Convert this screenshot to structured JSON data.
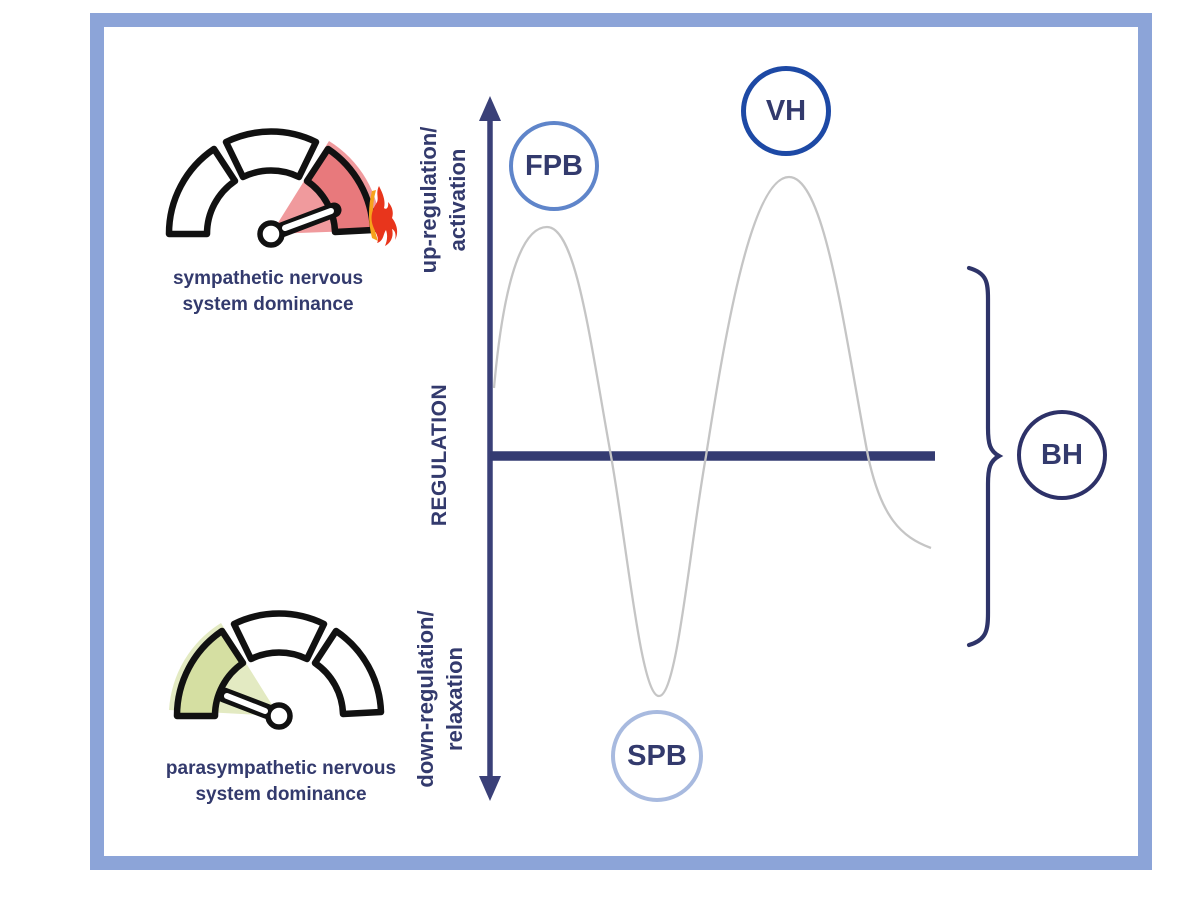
{
  "figure": {
    "type": "regulation-diagram"
  },
  "colors": {
    "frame": "#8ca4d8",
    "navy_text": "#333a6d",
    "axis": "#3a4078",
    "baseline": "#343b72",
    "curve": "#c5c5c5",
    "brace": "#2e3469",
    "gauge_outline": "#111111",
    "gauge_red_segment": "#e8797c",
    "gauge_red_wedge": "#f09a9d",
    "gauge_green_segment": "#d5dfa2",
    "gauge_green_wedge": "#e3eac2",
    "flame_red": "#e8351c",
    "flame_orange": "#f7a21b",
    "node_fpb_border": "#5f85ca",
    "node_vh_border": "#1d49a5",
    "node_spb_border": "#a8badf",
    "node_bh_border": "#2d3168"
  },
  "gauges": {
    "sympathetic": {
      "caption_line1": "sympathetic nervous",
      "caption_line2": "system dominance"
    },
    "parasympathetic": {
      "caption_line1": "parasympathetic nervous",
      "caption_line2": "system dominance"
    }
  },
  "axis": {
    "up_label_line1": "up-regulation/",
    "up_label_line2": "activation",
    "mid_label": "REGULATION",
    "down_label_line1": "down-regulation/",
    "down_label_line2": "relaxation"
  },
  "nodes": {
    "fpb": "FPB",
    "vh": "VH",
    "spb": "SPB",
    "bh": "BH"
  }
}
